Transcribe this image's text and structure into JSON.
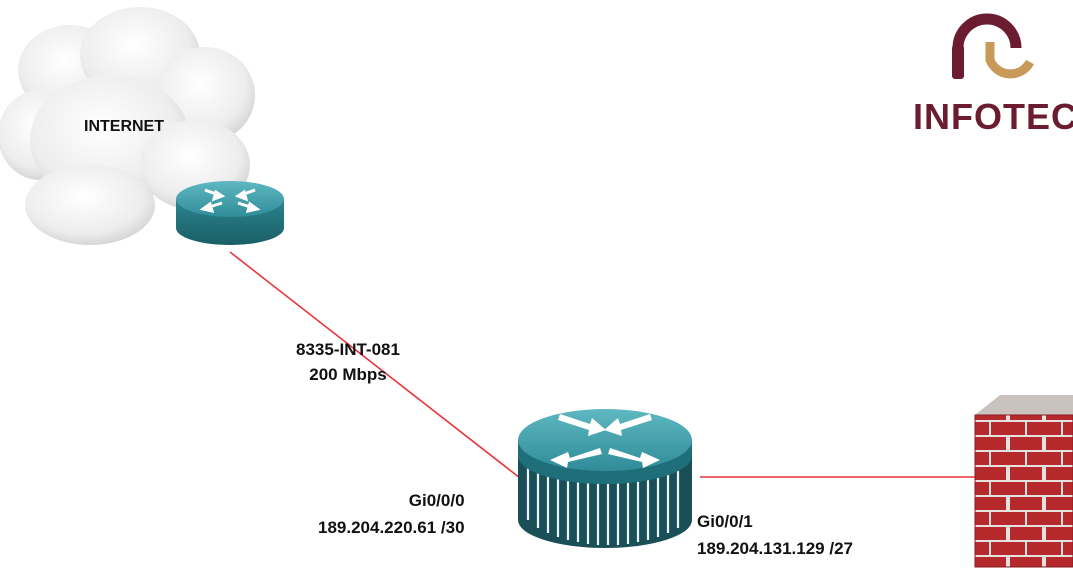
{
  "logo": {
    "text": "INFOTEC"
  },
  "cloud": {
    "label": "INTERNET"
  },
  "link_wan": {
    "circuit_id": "8335-INT-081",
    "bandwidth": "200 Mbps"
  },
  "router_main": {
    "if_left": {
      "name": "Gi0/0/0",
      "ip": "189.204.220.61 /30"
    },
    "if_right": {
      "name": "Gi0/0/1",
      "ip": "189.204.131.129 /27"
    }
  },
  "colors": {
    "link": "#e8343a",
    "router_teal": "#3a98a3",
    "router_dark": "#1e6f7a",
    "firewall_red": "#b5282b",
    "logo_maroon": "#6b1c31",
    "logo_gold": "#c79a5a"
  }
}
